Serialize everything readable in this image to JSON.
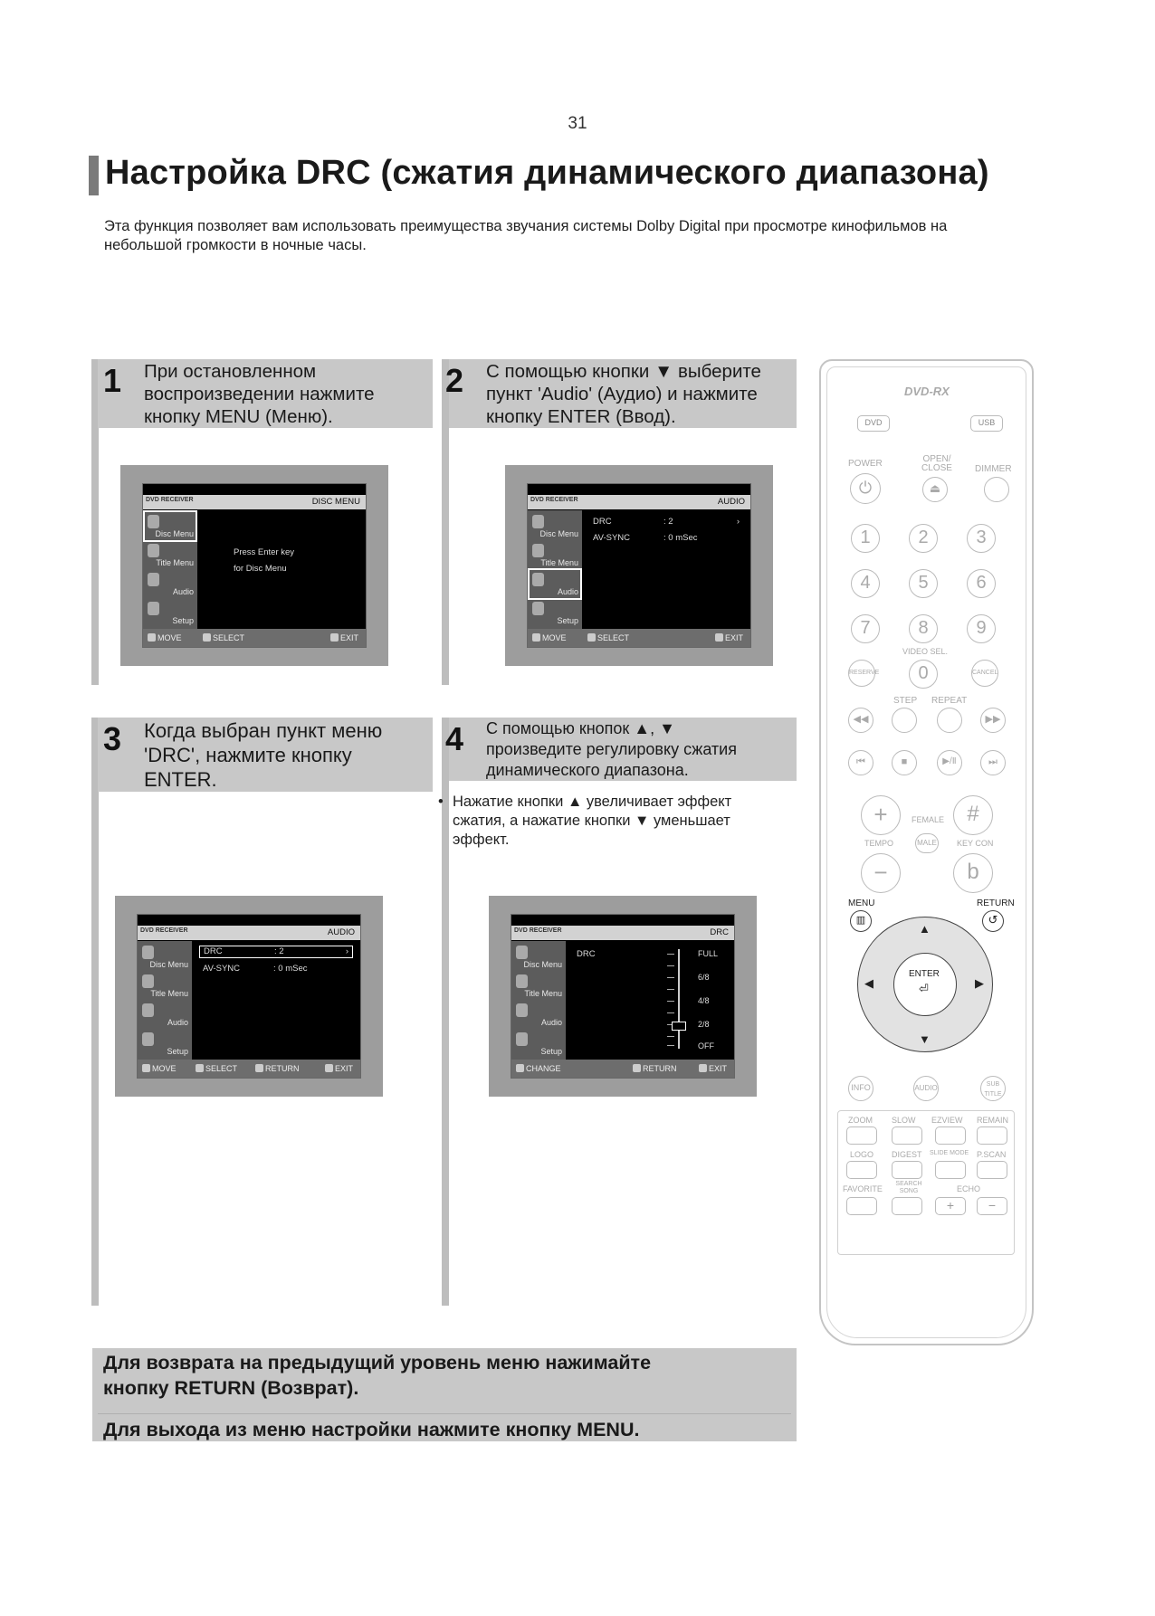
{
  "page_number": "31",
  "title": "Настройка DRC (сжатия динамического диапазона)",
  "intro_lines": [
    "Эта функция позволяет вам использовать преимущества звучания системы Dolby Digital при просмотре кинофильмов на",
    "небольшой громкости в ночные часы."
  ],
  "steps": [
    {
      "num": "1",
      "lines": [
        "При остановленном",
        "воспроизведении нажмите",
        "кнопку MENU (Меню)."
      ]
    },
    {
      "num": "2",
      "lines": [
        "С помощью кнопки ▼ выберите",
        "пункт 'Audio' (Аудио) и нажмите",
        "кнопку ENTER (Ввод)."
      ]
    },
    {
      "num": "3",
      "lines": [
        "Когда выбран пункт меню",
        "'DRC', нажмите кнопку",
        "ENTER."
      ]
    },
    {
      "num": "4",
      "lines": [
        "С помощью кнопок ▲, ▼",
        "произведите регулировку сжатия",
        "динамического диапазона."
      ]
    }
  ],
  "note": {
    "bullet": "•",
    "lines": [
      "Нажатие кнопки ▲ увеличивает эффект",
      "сжатия, а нажатие кнопки ▼ уменьшает",
      "эффект."
    ]
  },
  "osd": {
    "brand": "DVD RECEIVER",
    "side_items": [
      "Disc Menu",
      "Title Menu",
      "Audio",
      "Setup"
    ],
    "screen1": {
      "title": "DISC MENU",
      "message": [
        "Press Enter key",
        "for Disc Menu"
      ],
      "footer": [
        "MOVE",
        "SELECT",
        "EXIT"
      ]
    },
    "screen2": {
      "title": "AUDIO",
      "rows": [
        {
          "k": "DRC",
          "v": ": 2",
          "arr": "›"
        },
        {
          "k": "AV-SYNC",
          "v": ": 0 mSec",
          "arr": ""
        }
      ],
      "footer": [
        "MOVE",
        "SELECT",
        "EXIT"
      ]
    },
    "screen3": {
      "title": "AUDIO",
      "rows": [
        {
          "k": "DRC",
          "v": ": 2",
          "arr": "›"
        },
        {
          "k": "AV-SYNC",
          "v": ": 0 mSec",
          "arr": ""
        }
      ],
      "footer": [
        "MOVE",
        "SELECT",
        "RETURN",
        "EXIT"
      ]
    },
    "screen4": {
      "title": "DRC",
      "row_label": "DRC",
      "scale": [
        "FULL",
        "6/8",
        "4/8",
        "2/8",
        "OFF"
      ],
      "footer": [
        "CHANGE",
        "RETURN",
        "EXIT"
      ]
    }
  },
  "remote": {
    "logo": "DVD-RX",
    "top_buttons": [
      "DVD",
      "USB"
    ],
    "labels": {
      "power": "POWER",
      "open_close": "OPEN/ CLOSE",
      "dimmer": "DIMMER",
      "video_sel": "VIDEO SEL.",
      "reserve": "RESERVE",
      "cancel": "CANCEL",
      "step": "STEP",
      "repeat": "REPEAT",
      "tempo": "TEMPO",
      "female": "FEMALE",
      "male": "MALE",
      "key_con": "KEY CON",
      "menu": "MENU",
      "return": "RETURN",
      "enter": "ENTER",
      "info": "INFO",
      "audio": "AUDIO",
      "subtitle": "SUB TITLE"
    },
    "digits": [
      "1",
      "2",
      "3",
      "4",
      "5",
      "6",
      "7",
      "8",
      "9",
      "0"
    ],
    "function_labels": [
      "ZOOM",
      "SLOW",
      "EZVIEW",
      "REMAIN",
      "LOGO",
      "DIGEST",
      "SLIDE MODE",
      "P.SCAN",
      "FAVORITE",
      "SEARCH SONG",
      "ECHO"
    ]
  },
  "footer_lines": [
    "Для возврата на предыдущий уровень меню нажимайте",
    "кнопку RETURN (Возврат).",
    "Для выхода из меню настройки нажмите кнопку MENU."
  ]
}
